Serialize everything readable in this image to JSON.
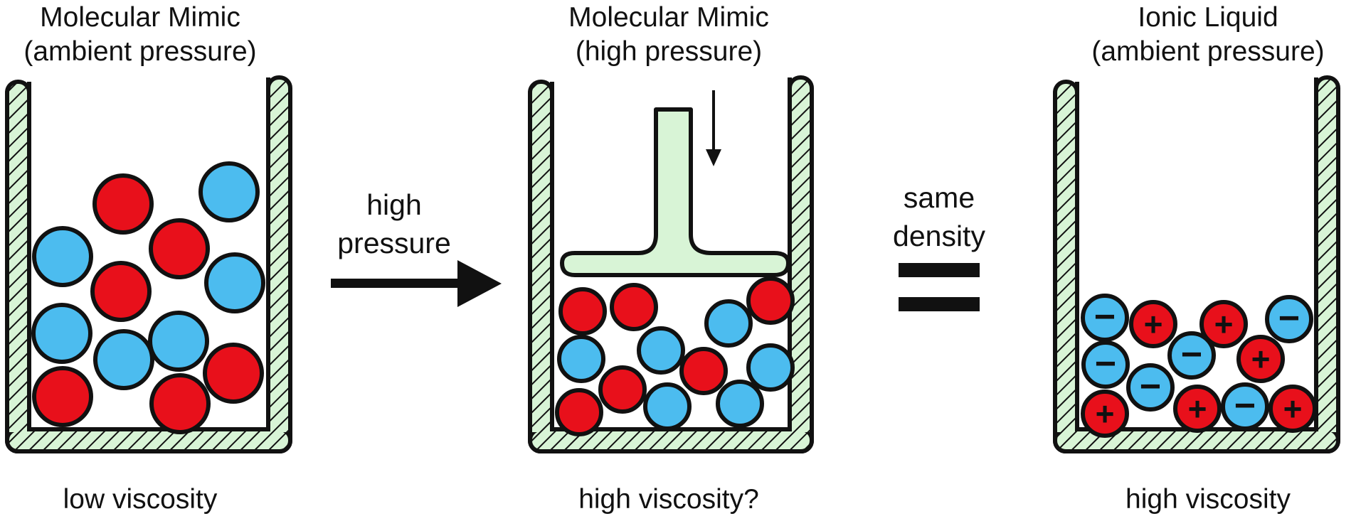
{
  "panels": [
    {
      "title_line1": "Molecular Mimic",
      "title_line2": "(ambient pressure)",
      "caption": "low viscosity"
    },
    {
      "title_line1": "Molecular Mimic",
      "title_line2": "(high pressure)",
      "caption": "high viscosity?"
    },
    {
      "title_line1": "Ionic Liquid",
      "title_line2": "(ambient pressure)",
      "caption": "high viscosity"
    }
  ],
  "arrow_label_line1": "high",
  "arrow_label_line2": "pressure",
  "equals_label_line1": "same",
  "equals_label_line2": "density",
  "ion_symbols": {
    "cation": "+",
    "anion": "−"
  },
  "colors": {
    "red_particle": "#e8101b",
    "blue_particle": "#4cbcef",
    "container_fill": "#d8f4d6",
    "outline": "#111111"
  }
}
